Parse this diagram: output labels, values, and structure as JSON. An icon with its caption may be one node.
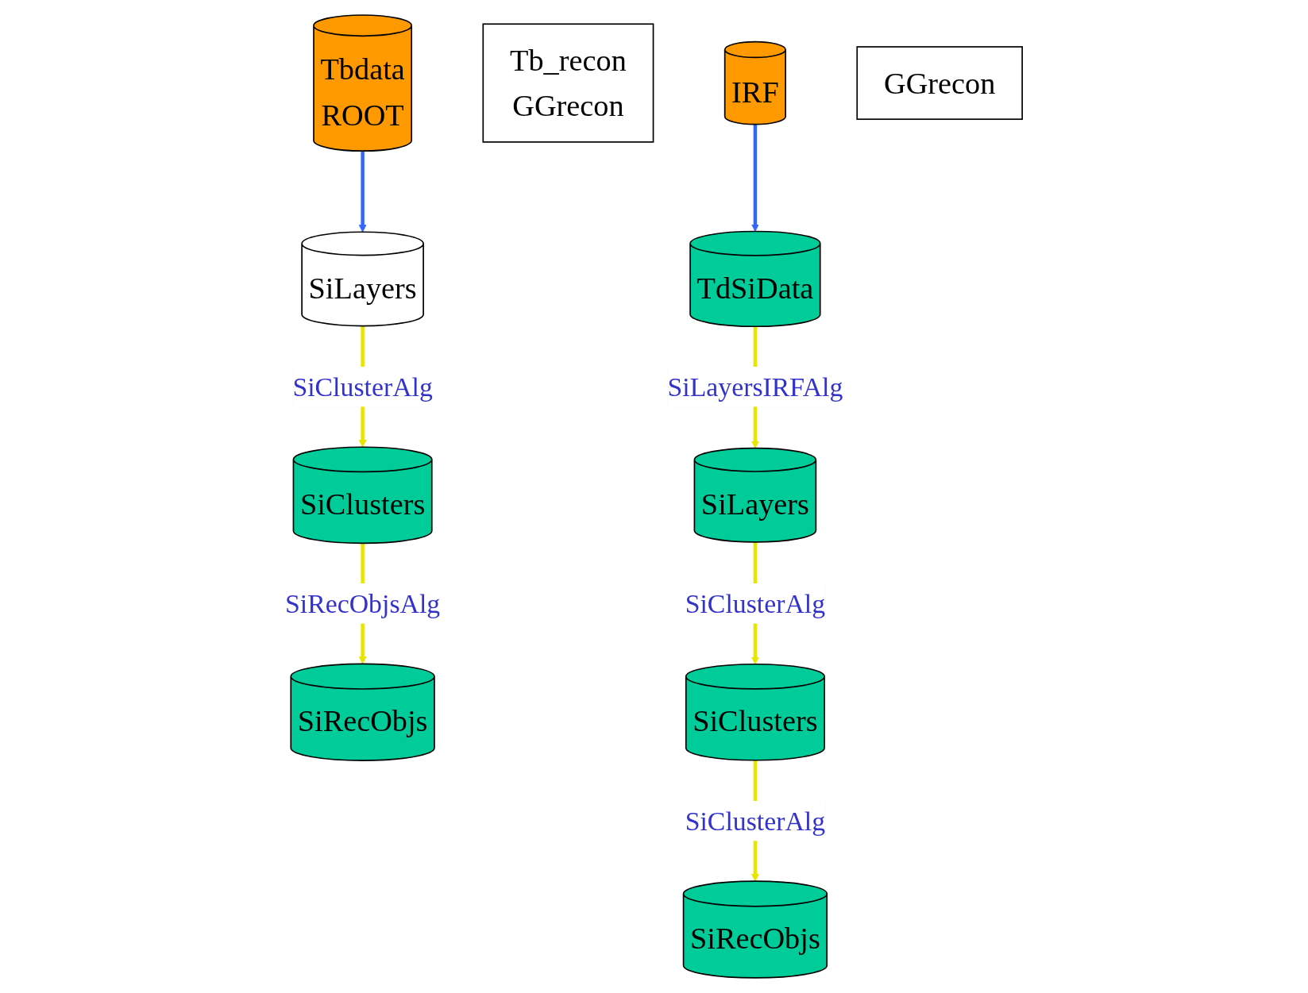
{
  "diagram": {
    "nodes": [
      {
        "text": [
          "Tbdata",
          "ROOT"
        ]
      },
      {
        "text": [
          "SiLayers"
        ]
      },
      {
        "text": [
          "SiClusters"
        ]
      },
      {
        "text": [
          "SiRecObjs"
        ]
      },
      {
        "text": [
          "Tb_recon",
          "GGrecon"
        ]
      },
      {
        "text": [
          "IRF"
        ]
      },
      {
        "text": [
          "TdSiData"
        ]
      },
      {
        "text": [
          "SiLayers"
        ]
      },
      {
        "text": [
          "SiClusters"
        ]
      },
      {
        "text": [
          "GGrecon"
        ]
      },
      {
        "text": [
          "SiRecObjs"
        ]
      }
    ],
    "edges": [
      {
        "from": 0,
        "to": 1,
        "arrow": "to",
        "color": "#3366ff"
      },
      {
        "from": 1,
        "to": 2,
        "arrow": "to",
        "label": "SiClusterAlg"
      },
      {
        "from": 2,
        "to": 3,
        "arrow": "to",
        "label": "SiRecObjsAlg"
      },
      {
        "from": 5,
        "to": 6,
        "arrow": "to",
        "color": "#3366ff"
      },
      {
        "from": 6,
        "to": 7,
        "arrow": "to",
        "label": "SiLayersIRFAlg"
      },
      {
        "from": 7,
        "to": 8,
        "arrow": "to",
        "label": "SiClusterAlg"
      },
      {
        "from": 8,
        "to": 10,
        "arrow": "to",
        "label": "SiClusterAlg"
      }
    ]
  }
}
